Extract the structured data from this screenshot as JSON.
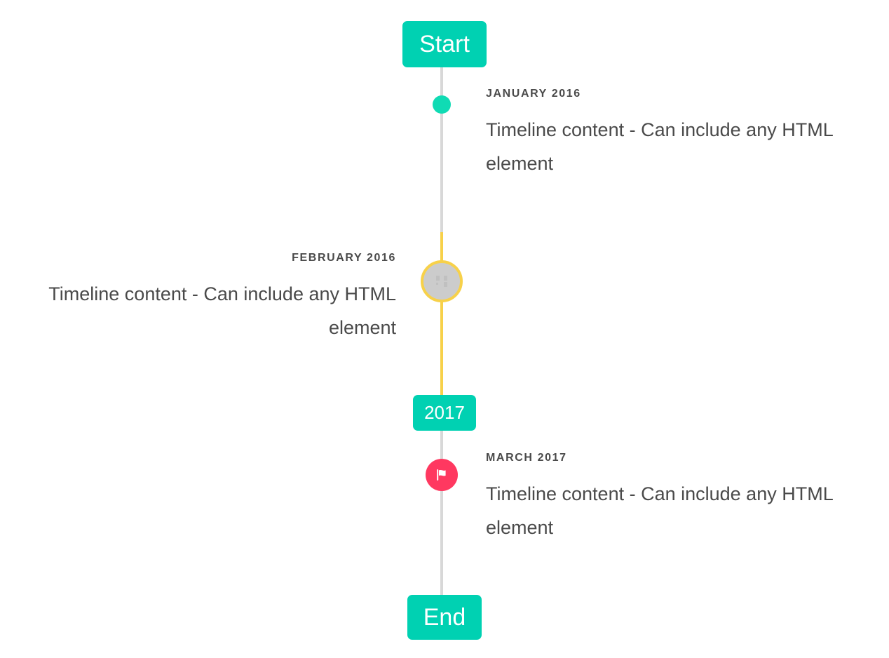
{
  "timeline": {
    "start_label": "Start",
    "middle_label": "2017",
    "end_label": "End",
    "colors": {
      "accent_teal": "#00D1B2",
      "dot_teal": "#10DBB4",
      "line_grey": "#D8D8D8",
      "line_yellow": "#F7D14A",
      "marker_grey": "#CCCCCC",
      "flag_pink": "#FF3860",
      "text_dark": "#4A4A4A",
      "background": "#FFFFFF"
    },
    "events": [
      {
        "date": "JANUARY 2016",
        "body": "Timeline content - Can include any HTML element",
        "side": "right",
        "marker": "dot-marker",
        "marker_color": "#10DBB4"
      },
      {
        "date": "FEBRUARY 2016",
        "body": "Timeline content - Can include any HTML element",
        "side": "left",
        "marker": "ring-marker",
        "marker_color": "#F7D14A"
      },
      {
        "date": "MARCH 2017",
        "body": "Timeline content - Can include any HTML element",
        "side": "right",
        "marker": "flag-icon",
        "marker_color": "#FF3860"
      }
    ]
  }
}
